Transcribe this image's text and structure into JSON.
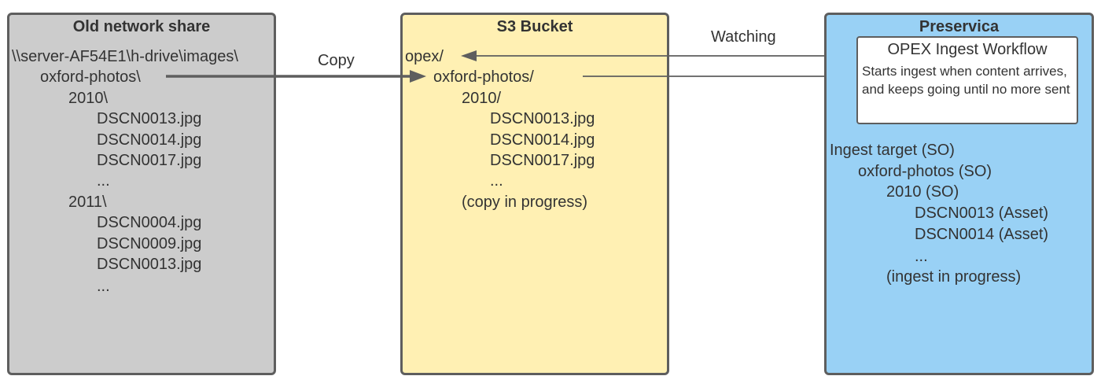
{
  "share": {
    "title": "Old network share",
    "lines": [
      "\\\\server-AF54E1\\h-drive\\images\\",
      "oxford-photos\\",
      "2010\\",
      "DSCN0013.jpg",
      "DSCN0014.jpg",
      "DSCN0017.jpg",
      "...",
      "2011\\",
      "DSCN0004.jpg",
      "DSCN0009.jpg",
      "DSCN0013.jpg",
      "..."
    ]
  },
  "s3": {
    "title": "S3 Bucket",
    "lines": [
      "opex/",
      "oxford-photos/",
      "2010/",
      "DSCN0013.jpg",
      "DSCN0014.jpg",
      "DSCN0017.jpg",
      "...",
      "(copy in progress)"
    ]
  },
  "preservica": {
    "title": "Preservica",
    "workflow": {
      "title": "OPEX Ingest Workflow",
      "description": "Starts ingest when content arrives, and keeps going until no more sent"
    },
    "lines": [
      "Ingest target (SO)",
      "oxford-photos (SO)",
      "2010 (SO)",
      "DSCN0013 (Asset)",
      "DSCN0014 (Asset)",
      "...",
      "(ingest in progress)"
    ]
  },
  "connectors": {
    "copy_label": "Copy",
    "watching_label": "Watching"
  },
  "colors": {
    "share_fill": "#cccccc",
    "s3_fill": "#fff0b3",
    "preservica_fill": "#99d1f5",
    "border": "#5e5e5e",
    "text": "#333333"
  }
}
